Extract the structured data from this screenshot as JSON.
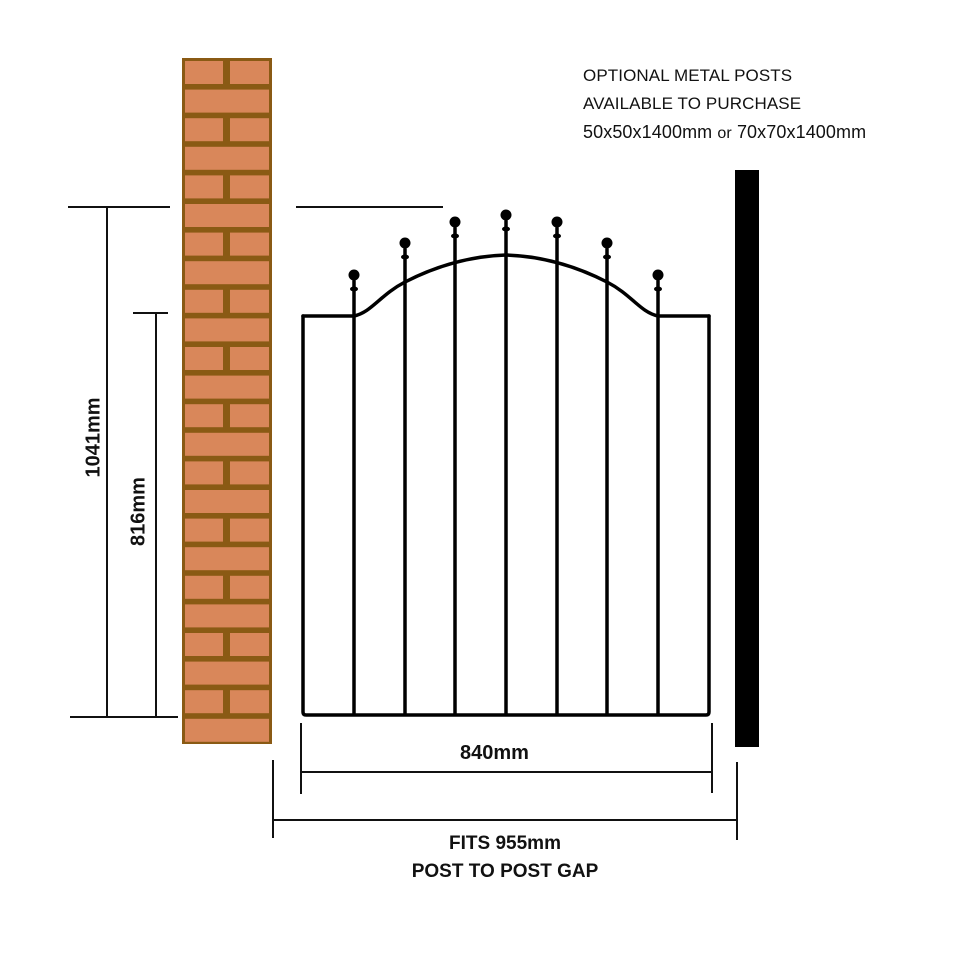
{
  "note": {
    "line1": "OPTIONAL METAL POSTS",
    "line2": "AVAILABLE TO PURCHASE",
    "size_a": "50x50x1400mm",
    "or": "or",
    "size_b": "70x70x1400mm"
  },
  "dimensions": {
    "overall_height": "1041mm",
    "side_height": "816mm",
    "gate_width": "840mm",
    "fits_gap": "FITS 955mm",
    "gap_caption": "POST TO POST GAP"
  },
  "elements": {
    "brick_pillar": "brick-pillar",
    "metal_post": "metal-post",
    "gate": "arched-metal-gate",
    "finial_count": 7,
    "bar_count": 7
  },
  "colors": {
    "brick": "#d9875a",
    "mortar": "#8a5a14",
    "metal": "#000000",
    "line": "#111111",
    "background": "#ffffff"
  }
}
